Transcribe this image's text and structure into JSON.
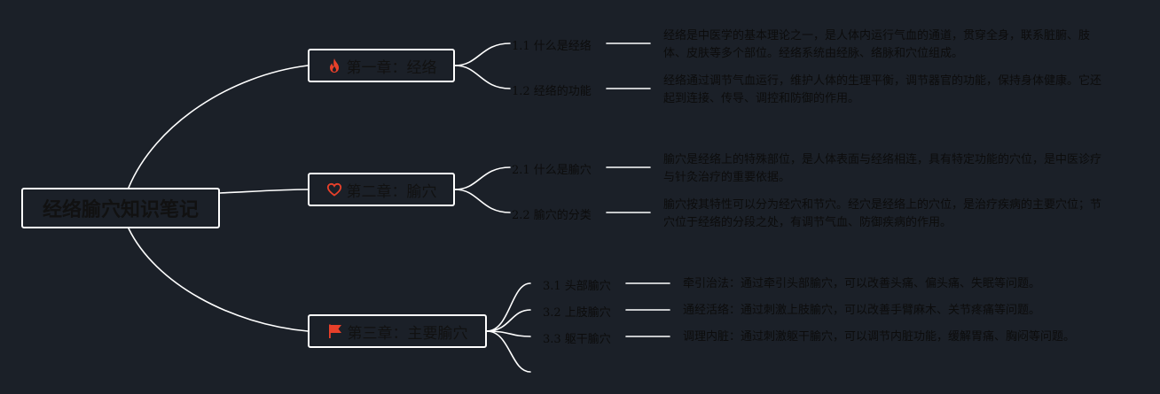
{
  "root": {
    "title": "经络腧穴知识笔记"
  },
  "chapters": [
    {
      "title": "第一章：经络",
      "icon": "fire-icon",
      "icon_color": "#e8402a",
      "sections": [
        {
          "label": "1.1 什么是经络",
          "text": "经络是中医学的基本理论之一，是人体内运行气血的通道，贯穿全身，联系脏腑、肢体、皮肤等多个部位。经络系统由经脉、络脉和穴位组成。"
        },
        {
          "label": "1.2 经络的功能",
          "text": "经络通过调节气血运行，维护人体的生理平衡，调节器官的功能，保持身体健康。它还起到连接、传导、调控和防御的作用。"
        }
      ]
    },
    {
      "title": "第二章：腧穴",
      "icon": "heart-icon",
      "icon_color": "#e8402a",
      "sections": [
        {
          "label": "2.1 什么是腧穴",
          "text": "腧穴是经络上的特殊部位，是人体表面与经络相连，具有特定功能的穴位，是中医诊疗与针灸治疗的重要依据。"
        },
        {
          "label": "2.2 腧穴的分类",
          "text": "腧穴按其特性可以分为经穴和节穴。经穴是经络上的穴位，是治疗疾病的主要穴位；节穴位于经络的分段之处，有调节气血、防御疾病的作用。"
        }
      ]
    },
    {
      "title": "第三章：主要腧穴",
      "icon": "flag-icon",
      "icon_color": "#e8402a",
      "sections": [
        {
          "label": "3.1 头部腧穴",
          "text": "牵引治法：通过牵引头部腧穴，可以改善头痛、偏头痛、失眠等问题。"
        },
        {
          "label": "3.2 上肢腧穴",
          "text": "通经活络：通过刺激上肢腧穴，可以改善手臂麻木、关节疼痛等问题。"
        },
        {
          "label": "3.3 躯干腧穴",
          "text": "调理内脏：通过刺激躯干腧穴，可以调节内脏功能，缓解胃痛、胸闷等问题。"
        }
      ]
    }
  ]
}
